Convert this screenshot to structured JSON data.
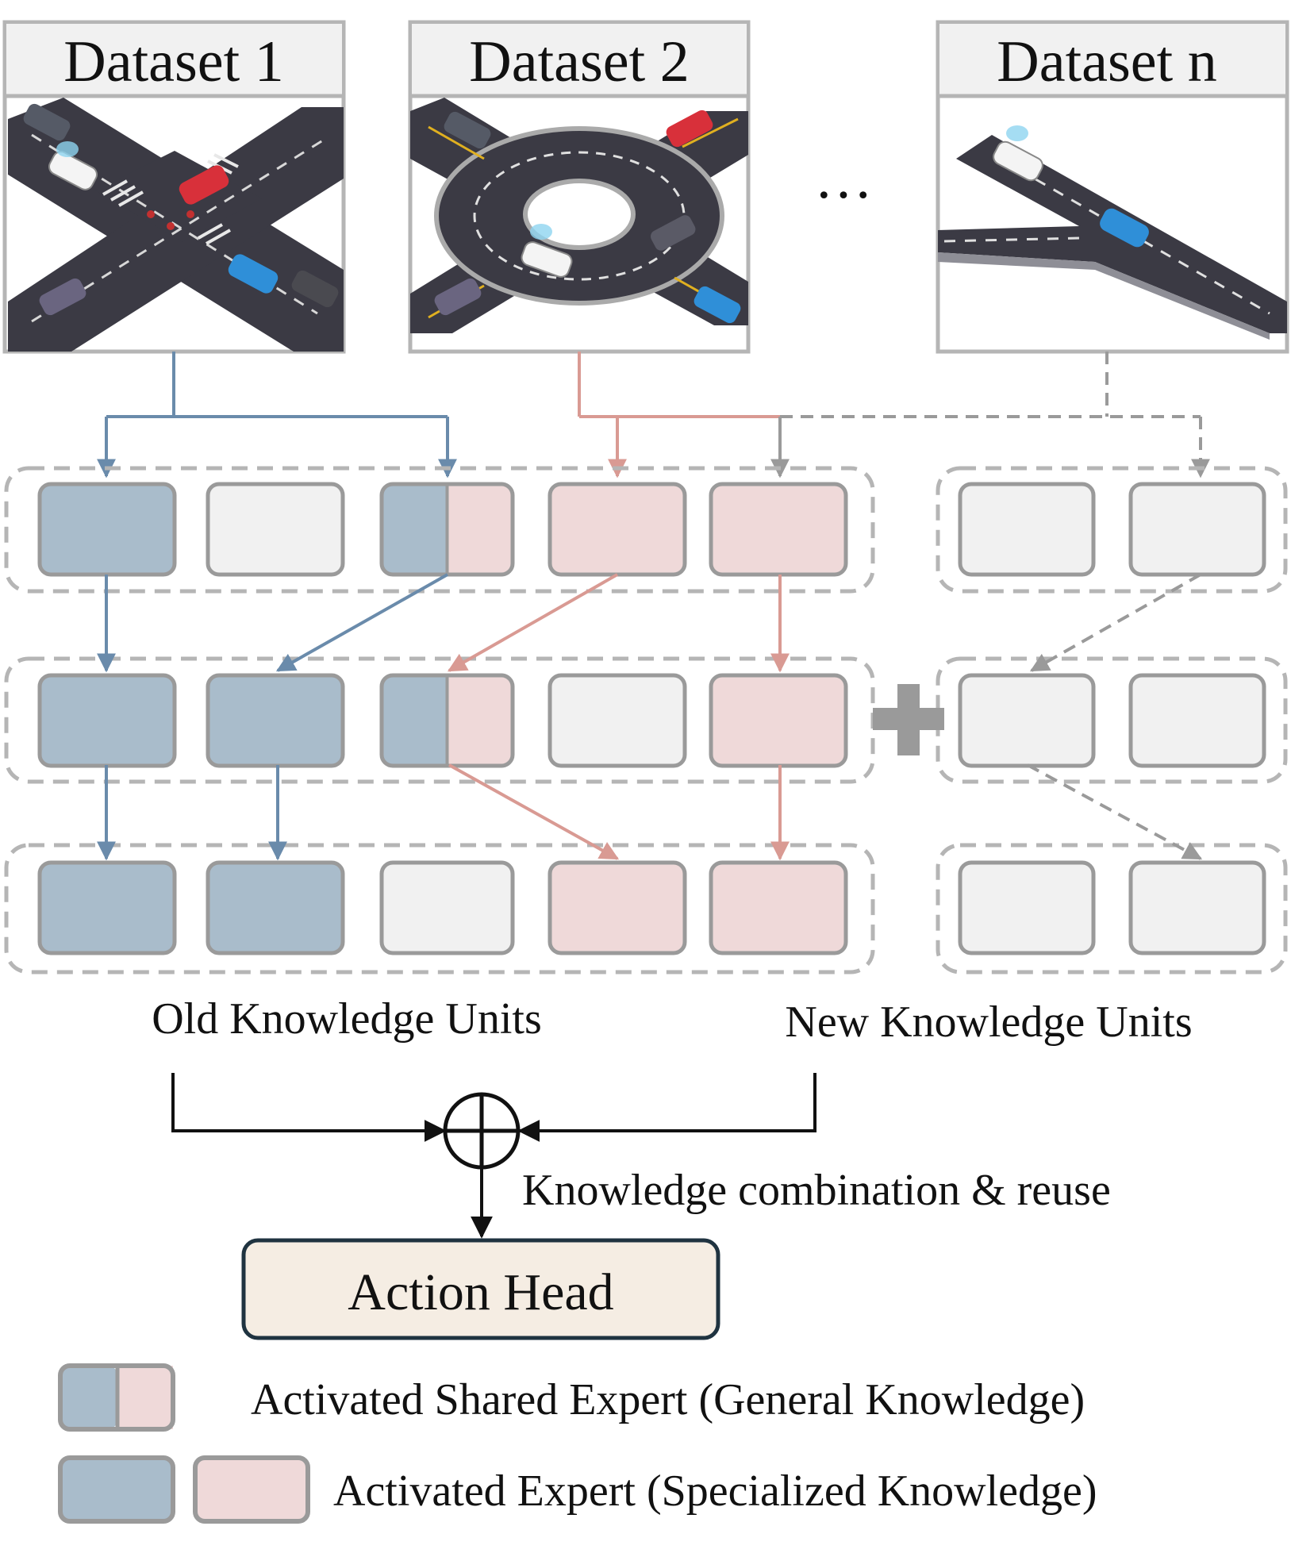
{
  "datasets": [
    {
      "title": "Dataset 1",
      "scene": "four-way intersection"
    },
    {
      "title": "Dataset 2",
      "scene": "roundabout"
    },
    {
      "title": "Dataset n",
      "scene": "highway merge"
    }
  ],
  "ellipsis": "···",
  "labels": {
    "old_units": "Old Knowledge Units",
    "new_units": "New Knowledge Units",
    "combination": "Knowledge combination & reuse",
    "action_head": "Action Head"
  },
  "legend": {
    "shared": "Activated Shared Expert (General Knowledge)",
    "specialized": "Activated Expert (Specialized Knowledge)"
  },
  "colors": {
    "dataset1_blue": "#a9bccb",
    "dataset1_line": "#6a8bab",
    "dataset2_pink": "#efd9d9",
    "dataset2_line": "#d99a93",
    "inactive": "#f1f1f1",
    "border": "#9a9a9a",
    "action_head_bg": "#f5ede3",
    "action_head_border": "#1f3340"
  },
  "experts": {
    "old_layers": [
      [
        "blue",
        "empty",
        "shared",
        "pink",
        "pink"
      ],
      [
        "blue",
        "blue",
        "shared",
        "empty",
        "pink"
      ],
      [
        "blue",
        "blue",
        "empty",
        "pink",
        "pink"
      ]
    ],
    "new_layers": [
      [
        "empty",
        "empty"
      ],
      [
        "empty",
        "empty"
      ],
      [
        "empty",
        "empty"
      ]
    ]
  }
}
